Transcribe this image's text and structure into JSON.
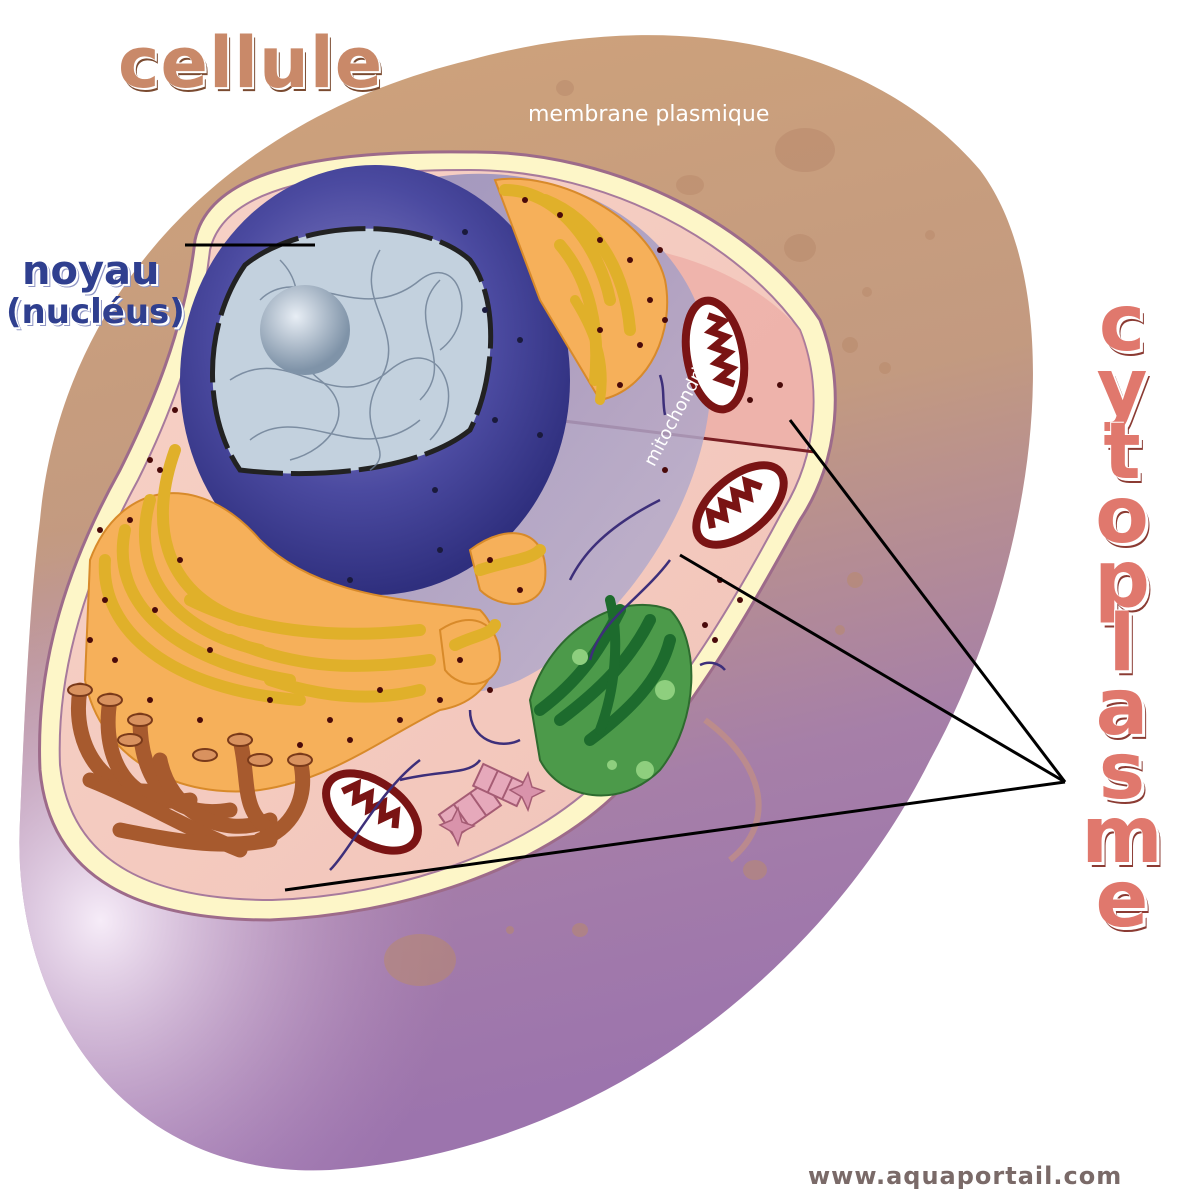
{
  "labels": {
    "title": "cellule",
    "membrane": "membrane plasmique",
    "nucleus_main": "noyau",
    "nucleus_sub": "(nucléus)",
    "mitochondria": "mitochondrie",
    "cytoplasm_letters": [
      "c",
      "y",
      "t",
      "o",
      "p",
      "l",
      "a",
      "s",
      "m",
      "e"
    ],
    "watermark": "www.aquaportail.com"
  },
  "colors": {
    "cell_outer_tan": "#c9a07a",
    "cell_outer_purple": "#a97bb0",
    "cytoplasm_pink": "#f4c9be",
    "membrane_cream": "#fdf6c8",
    "nucleus_blue": "#4a4a9e",
    "nucleoplasm": "#b7c7d6",
    "golgi_orange": "#f6b05a",
    "golgi_yellow": "#e0b02a",
    "mitochondria_red": "#8a1f1f",
    "chloroplast_green": "#4c9a4a",
    "er_brown": "#b3673a",
    "centriole_pink": "#e6a9bb",
    "title_brown": "#c98969",
    "nucleus_label_blue": "#2f3f8f",
    "cytoplasm_label_red": "#e0786d"
  }
}
